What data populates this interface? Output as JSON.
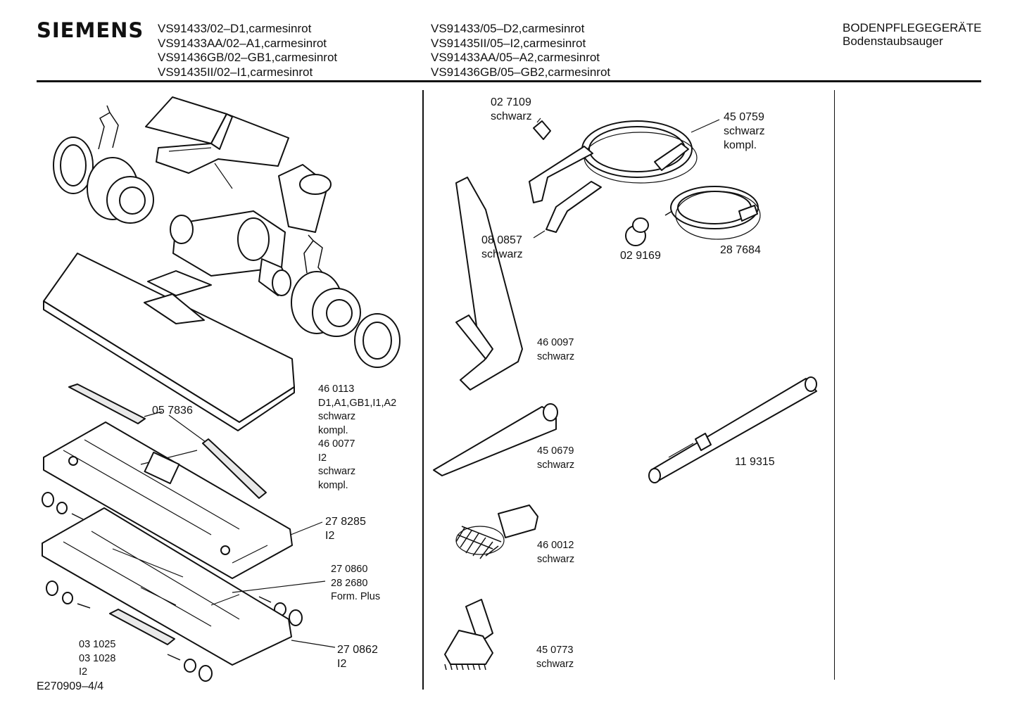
{
  "header": {
    "brand": "SIEMENS",
    "models_left": [
      "VS91433/02–D1,carmesinrot",
      "VS91433AA/02–A1,carmesinrot",
      "VS91436GB/02–GB1,carmesinrot",
      "VS91435II/02–I1,carmesinrot"
    ],
    "models_right": [
      "VS91433/05–D2,carmesinrot",
      "VS91435II/05–I2,carmesinrot",
      "VS91433AA/05–A2,carmesinrot",
      "VS91436GB/05–GB2,carmesinrot"
    ],
    "category": "BODENPFLEGEGERÄTE",
    "subcategory": "Bodenstaubsauger"
  },
  "labels": {
    "nozzle_main": [
      "46 0113",
      "D1,A1,GB1,I1,A2",
      "schwarz",
      "kompl.",
      "46 0077",
      "I2",
      "schwarz",
      "kompl."
    ],
    "strip": "05 7836",
    "plate_upper": [
      "27 8285",
      "I2"
    ],
    "plate_lower": [
      "27 0860",
      "28 2680",
      "Form. Plus"
    ],
    "bottom": [
      "27 0862",
      "I2"
    ],
    "rollers": [
      "03 1025",
      "03 1028",
      "I2"
    ],
    "clip": [
      "02 7109",
      "schwarz"
    ],
    "hose_long": [
      "45 0759",
      "schwarz",
      "kompl."
    ],
    "tube_bent": [
      "08 0857",
      "schwarz"
    ],
    "adapter": "02 9169",
    "hose_short": "28 7684",
    "upholstery_nozzle": [
      "46 0097",
      "schwarz"
    ],
    "crevice_tool": [
      "45 0679",
      "schwarz"
    ],
    "telescopic_tube": "11 9315",
    "brush": [
      "46 0012",
      "schwarz"
    ],
    "dusting_brush": [
      "45 0773",
      "schwarz"
    ]
  },
  "footer": {
    "drawing_id": "E270909–4/4"
  }
}
